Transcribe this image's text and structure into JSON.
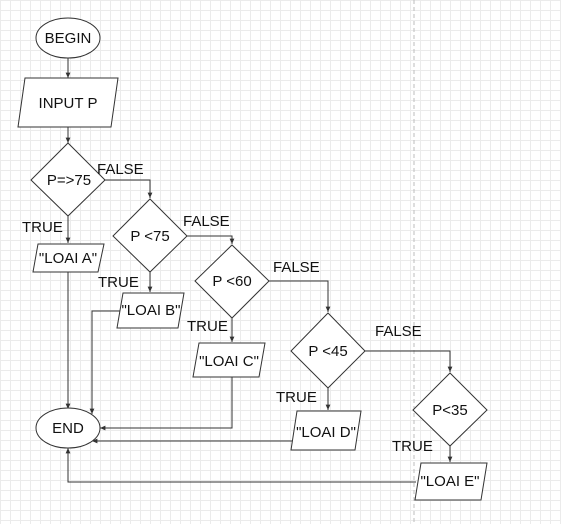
{
  "diagram": {
    "nodes": {
      "begin": "BEGIN",
      "input": "INPUT P",
      "cond1": "P=>75",
      "cond2": "P <75",
      "cond3": "P <60",
      "cond4": "P <45",
      "cond5": "P<35",
      "out_a": "\"LOAI A\"",
      "out_b": "\"LOAI B\"",
      "out_c": "\"LOAI C\"",
      "out_d": "\"LOAI D\"",
      "out_e": "\"LOAI E\"",
      "end": "END"
    },
    "edge_labels": {
      "c1_false": "FALSE",
      "c1_true": "TRUE",
      "c2_false": "FALSE",
      "c2_true": "TRUE",
      "c3_false": "FALSE",
      "c3_true": "TRUE",
      "c4_false": "FALSE",
      "c4_true": "TRUE",
      "c5_true": "TRUE"
    }
  }
}
